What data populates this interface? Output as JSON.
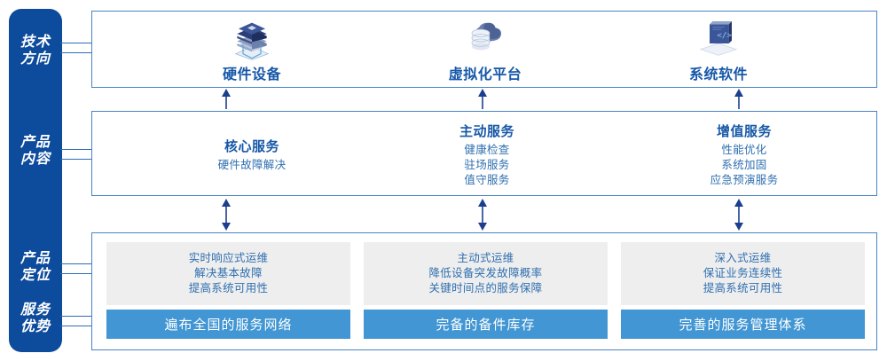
{
  "colors": {
    "rail": "#0d4b9c",
    "panel_border": "#4a82c4",
    "heading": "#1758a8",
    "body_text": "#2f6fb0",
    "grey_box": "#eeeeee",
    "blue_bar": "#4196d3",
    "arrow": "#1b3f8f"
  },
  "rail": {
    "items": [
      {
        "id": "tech-direction",
        "line1": "技术",
        "line2": "方向"
      },
      {
        "id": "product-content",
        "line1": "产品",
        "line2": "内容"
      },
      {
        "id": "product-position",
        "line1": "产品",
        "line2": "定位"
      },
      {
        "id": "service-advantage",
        "line1": "服务",
        "line2": "优势"
      }
    ]
  },
  "tech_direction": {
    "columns": [
      {
        "icon": "server-stack-icon",
        "label": "硬件设备"
      },
      {
        "icon": "cloud-database-icon",
        "label": "虚拟化平台"
      },
      {
        "icon": "laptop-code-icon",
        "label": "系统软件"
      }
    ]
  },
  "product_content": {
    "columns": [
      {
        "title": "核心服务",
        "lines": [
          "硬件故障解决"
        ]
      },
      {
        "title": "主动服务",
        "lines": [
          "健康检查",
          "驻场服务",
          "值守服务"
        ]
      },
      {
        "title": "增值服务",
        "lines": [
          "性能优化",
          "系统加固",
          "应急预演服务"
        ]
      }
    ]
  },
  "product_positioning": {
    "columns": [
      {
        "lines": [
          "实时响应式运维",
          "解决基本故障",
          "提高系统可用性"
        ]
      },
      {
        "lines": [
          "主动式运维",
          "降低设备突发故障概率",
          "关键时间点的服务保障"
        ]
      },
      {
        "lines": [
          "深入式运维",
          "保证业务连续性",
          "提高系统可用性"
        ]
      }
    ]
  },
  "service_advantage": {
    "bars": [
      {
        "label": "遍布全国的服务网络"
      },
      {
        "label": "完备的备件库存"
      },
      {
        "label": "完善的服务管理体系"
      }
    ]
  }
}
